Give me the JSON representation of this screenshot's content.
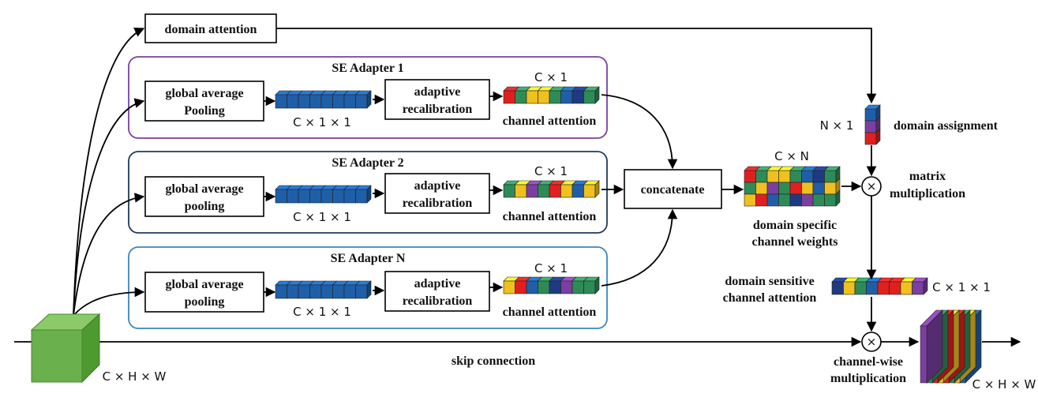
{
  "labels": {
    "domain_attention": "domain attention",
    "se1_title": "SE Adapter 1",
    "se2_title": "SE Adapter 2",
    "seN_title": "SE Adapter N",
    "gap1_line1": "global average",
    "gap1_line2": "Pooling",
    "gap_line1": "global average",
    "gap_line2": "pooling",
    "adapt_line1": "adaptive",
    "adapt_line2": "recalibration",
    "channel_attention": "channel attention",
    "c11": "C × 1 × 1",
    "c1": "C × 1",
    "concatenate": "concatenate",
    "cn": "C × N",
    "dscw_line1": "domain specific",
    "dscw_line2": "channel weights",
    "n1": "N × 1",
    "domain_assignment": "domain assignment",
    "matrix_line1": "matrix",
    "matrix_line2": "multiplication",
    "dsca_line1": "domain sensitive",
    "dsca_line2": "channel attention",
    "c11_right": "C × 1 × 1",
    "skip": "skip connection",
    "cw_line1": "channel-wise",
    "cw_line2": "multiplication",
    "chw_input": "C × H × W",
    "chw_output": "C × H × W",
    "times": "×"
  },
  "colors": {
    "adapter1_border": "#7a3fa0",
    "adapter2_border": "#1f3a5f",
    "adapterN_border": "#3a86c0",
    "pool_vector": "#1f5fa8",
    "input_cube": "#6ab04c",
    "attn_cells_1": [
      "#e02020",
      "#2e8b57",
      "#f0c020",
      "#f0c020",
      "#2e8b57",
      "#1f5fa8",
      "#1f3a80",
      "#2e8b57"
    ],
    "attn_cells_2": [
      "#2e8b57",
      "#f0c020",
      "#7a3fa0",
      "#2e8b57",
      "#e02020",
      "#f0c020",
      "#1f5fa8",
      "#f0c020"
    ],
    "attn_cells_N": [
      "#f0c020",
      "#e02020",
      "#1f5fa8",
      "#2e8b57",
      "#1f3a80",
      "#7a3fa0",
      "#2e8b57",
      "#2e8b57"
    ],
    "domain_assign_cells": [
      "#1f5fa8",
      "#7a3fa0",
      "#e02020"
    ],
    "sens_cells": [
      "#1f3a80",
      "#f0c020",
      "#2e8b57",
      "#1f5fa8",
      "#e02020",
      "#e02020",
      "#f0c020",
      "#7a3fa0"
    ],
    "output_layers": [
      "#7a3fa0",
      "#2e8b57",
      "#e02020",
      "#f0c020",
      "#e02020",
      "#2e8b57",
      "#f0c020",
      "#1f5fa8"
    ]
  },
  "matrix_cells": [
    [
      "#e02020",
      "#2e8b57",
      "#f0c020",
      "#f0c020",
      "#2e8b57",
      "#1f5fa8",
      "#1f3a80",
      "#2e8b57"
    ],
    [
      "#2e8b57",
      "#f0c020",
      "#7a3fa0",
      "#2e8b57",
      "#e02020",
      "#f0c020",
      "#1f5fa8",
      "#f0c020"
    ],
    [
      "#f0c020",
      "#e02020",
      "#1f5fa8",
      "#2e8b57",
      "#1f3a80",
      "#7a3fa0",
      "#2e8b57",
      "#2e8b57"
    ]
  ]
}
